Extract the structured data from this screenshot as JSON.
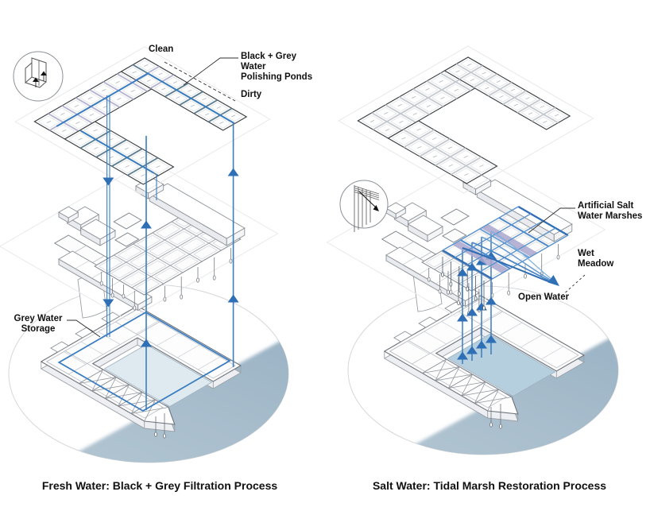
{
  "figure": {
    "diagrams": [
      {
        "id": "fresh-water",
        "caption": "Fresh Water: Black + Grey Filtration Process",
        "labels": {
          "clean": "Clean",
          "ponds": "Black + Grey\nWater\nPolishing Ponds",
          "dirty": "Dirty",
          "storage": "Grey Water\nStorage"
        }
      },
      {
        "id": "salt-water",
        "caption": "Salt Water: Tidal Marsh Restoration Process",
        "labels": {
          "marshes": "Artificial Salt\nWater Marshes",
          "wet_meadow": "Wet\nMeadow",
          "open_water": "Open Water"
        }
      }
    ]
  },
  "colors": {
    "flow": "#3a7dc0",
    "flowDark": "#2e6fb5",
    "lavender": "#b2b0d2",
    "slate": "#5b7d93",
    "water": "#a9becd",
    "poolFresh": "#dfe9f0",
    "poolSalt": "#b5cfdf",
    "marshPurple": "#a9a6ce",
    "outline": "#3c4043",
    "lineGrey": "#8b9197",
    "ink": "#111111"
  }
}
